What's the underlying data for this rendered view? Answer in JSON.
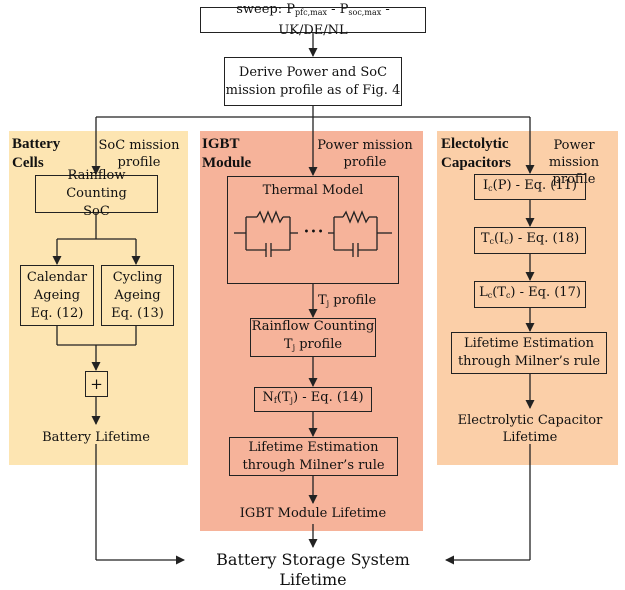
{
  "top": {
    "sweep": {
      "pre": "sweep: P",
      "sub1": "pfc,max",
      "mid": " - P",
      "sub2": "soc,max",
      "post": " - UK/DE/NL"
    },
    "derive": [
      "Derive Power and SoC",
      "mission profile as of Fig. 4"
    ]
  },
  "battery": {
    "title": [
      "Battery",
      "Cells"
    ],
    "profile": [
      "SoC mission",
      "profile"
    ],
    "rainflow": [
      "Rainflow Counting",
      "SoC"
    ],
    "calendar": [
      "Calendar",
      "Ageing",
      "Eq. (12)"
    ],
    "cycling": [
      "Cycling",
      "Ageing",
      "Eq. (13)"
    ],
    "plus": "+",
    "result": "Battery Lifetime"
  },
  "igbt": {
    "title": [
      "IGBT",
      "Module"
    ],
    "profile": [
      "Power mission",
      "profile"
    ],
    "thermal": "Thermal Model",
    "dots": "• • •",
    "tj": {
      "pre": "T",
      "sub": "j",
      "post": " profile"
    },
    "rainflow": {
      "line1": "Rainflow Counting",
      "pre": "T",
      "sub": "j",
      "post": " profile"
    },
    "nf": {
      "a": "N",
      "asub": "f",
      "b": "(T",
      "bsub": "j",
      "c": ") - Eq. (14)"
    },
    "lifetime": [
      "Lifetime Estimation",
      "through Milner’s rule"
    ],
    "result": "IGBT Module Lifetime"
  },
  "caps": {
    "title": [
      "Electolytic",
      "Capacitors"
    ],
    "profile": [
      "Power mission",
      "profile"
    ],
    "ic": {
      "a": "I",
      "asub": "c",
      "b": "(P) - Eq. (11)"
    },
    "tc": {
      "a": "T",
      "asub": "c",
      "b": "(I",
      "bsub": "c",
      "c": ") - Eq. (18)"
    },
    "lc": {
      "a": "L",
      "asub": "c",
      "b": "(T",
      "bsub": "c",
      "c": ") - Eq. (17)"
    },
    "lifetime": [
      "Lifetime Estimation",
      "through Milner’s rule"
    ],
    "result": [
      "Electrolytic Capacitor",
      "Lifetime"
    ]
  },
  "bottom": "Battery Storage System Lifetime",
  "colors": {
    "battery_bg": "#fde5b2",
    "igbt_bg": "#f6b39a",
    "caps_bg": "#fbcfa8",
    "line": "#222222"
  }
}
